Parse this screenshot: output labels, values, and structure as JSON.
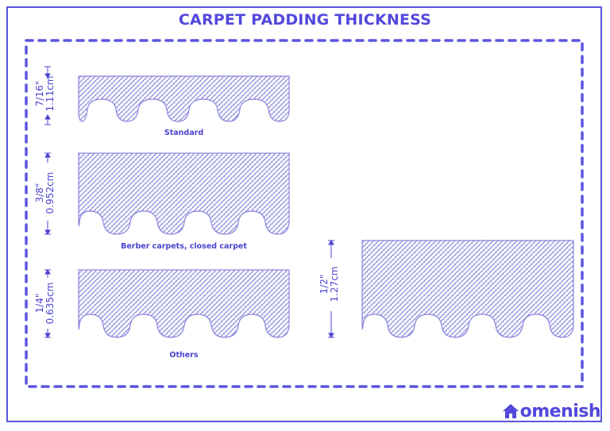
{
  "title": "CARPET PADDING THICKNESS",
  "colors": {
    "accent": "#5248dc",
    "hatch": "#8a86dc",
    "frame": "#5b55e0"
  },
  "pads": [
    {
      "label": "Standard",
      "inch": "7/16\"",
      "cm": "1.11cm"
    },
    {
      "label": "Berber carpets, closed carpet",
      "inch": "3/8\"",
      "cm": "0.952cm"
    },
    {
      "label": "Others",
      "inch": "1/4\"",
      "cm": "0.635cm"
    },
    {
      "label": "",
      "inch": "1/2\"",
      "cm": "1.27cm"
    }
  ],
  "logo": {
    "icon": "house-icon",
    "text": "omenish"
  }
}
